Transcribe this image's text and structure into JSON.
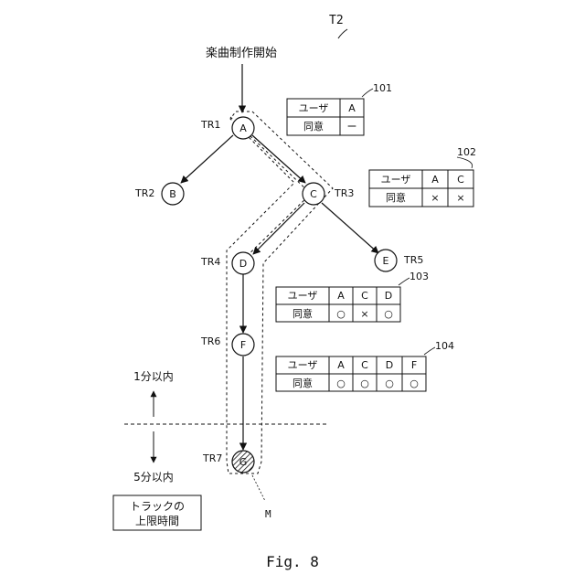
{
  "figure": {
    "id": "T2",
    "caption": "Fig. 8",
    "start_label": "楽曲制作開始",
    "path_label": "M",
    "limit_box": {
      "line1": "トラックの",
      "line2": "上限時間"
    },
    "timing": {
      "upper": "1分以内",
      "lower": "5分以内"
    }
  },
  "nodes": [
    {
      "letter": "A",
      "track": "TR1"
    },
    {
      "letter": "B",
      "track": "TR2"
    },
    {
      "letter": "C",
      "track": "TR3"
    },
    {
      "letter": "D",
      "track": "TR4"
    },
    {
      "letter": "E",
      "track": "TR5"
    },
    {
      "letter": "F",
      "track": "TR6"
    },
    {
      "letter": "G",
      "track": "TR7"
    }
  ],
  "tables": [
    {
      "ref": "101",
      "header": [
        "ユーザ",
        "A"
      ],
      "row": [
        "同意",
        "ー"
      ]
    },
    {
      "ref": "102",
      "header": [
        "ユーザ",
        "A",
        "C"
      ],
      "row": [
        "同意",
        "×",
        "×"
      ]
    },
    {
      "ref": "103",
      "header": [
        "ユーザ",
        "A",
        "C",
        "D"
      ],
      "row": [
        "同意",
        "○",
        "×",
        "○"
      ]
    },
    {
      "ref": "104",
      "header": [
        "ユーザ",
        "A",
        "C",
        "D",
        "F"
      ],
      "row": [
        "同意",
        "○",
        "○",
        "○",
        "○"
      ]
    }
  ]
}
